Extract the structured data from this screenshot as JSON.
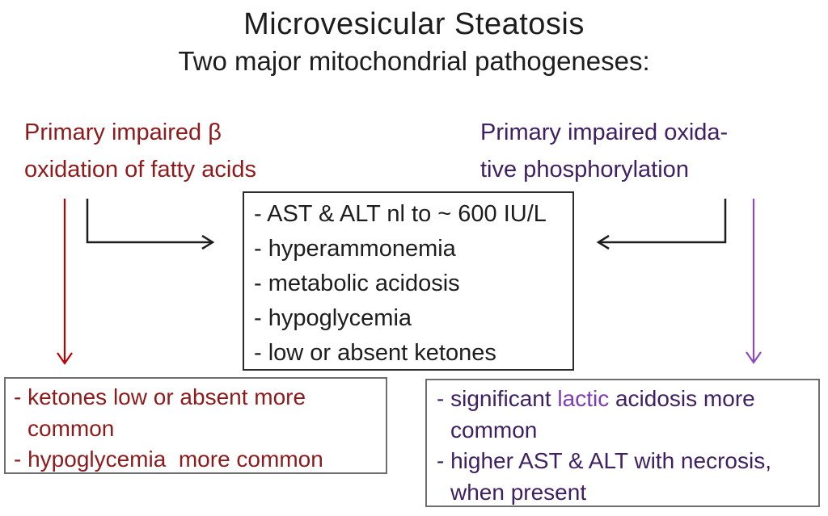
{
  "header": {
    "title": "Microvesicular Steatosis",
    "subtitle": "Two major mitochondrial pathogeneses:"
  },
  "left_pathway": {
    "heading": "Primary impaired β\noxidation of fatty acids",
    "findings_box": {
      "bullets": [
        "- ketones low or absent more\ncommon",
        "- hypoglycemia  more common"
      ]
    }
  },
  "right_pathway": {
    "heading": "Primary impaired oxida-\ntive phosphorylation",
    "findings_box": {
      "bullet1_parts": [
        {
          "text": "- significant "
        },
        {
          "text": "lactic"
        },
        {
          "text": " acidosis more\ncommon"
        }
      ],
      "bullet2": "- higher AST & ALT with necrosis,\nwhen present"
    }
  },
  "shared_findings_box": {
    "lines": [
      "- AST & ALT nl to ~ 600 IU/L",
      "- hyperammonemia",
      "- metabolic acidosis",
      "- hypoglycemia",
      "- low or absent ketones"
    ]
  },
  "colors": {
    "text_black": "#1d1d1d",
    "dark_red_text": "#8e1b1b",
    "red_arrow": "#c00000",
    "dark_purple_text": "#3f2163",
    "violet_accent": "#7d3cb5",
    "purple_arrow": "#8b49c6",
    "black_arrow": "#1d1d1d",
    "center_box_border": "#2b2b2b",
    "side_box_border": "#6e6e6e"
  }
}
